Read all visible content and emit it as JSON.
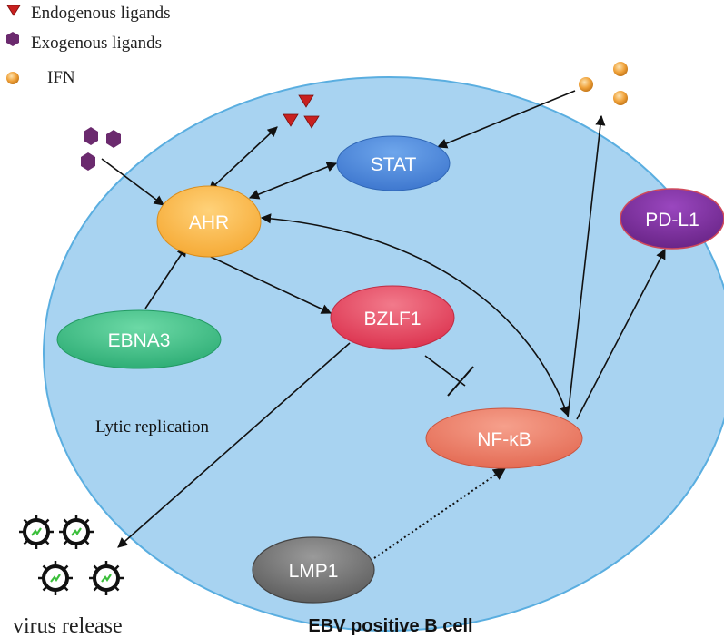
{
  "legend": {
    "endogenous": "Endogenous ligands",
    "exogenous": "Exogenous ligands",
    "ifn": "IFN"
  },
  "nodes": {
    "stat": "STAT",
    "ahr": "AHR",
    "pdl1": "PD-L1",
    "ebna3": "EBNA3",
    "bzlf1": "BZLF1",
    "nfkb": "NF-κB",
    "lmp1": "LMP1"
  },
  "labels": {
    "lytic": "Lytic replication",
    "virus_release": "virus release",
    "cell": "EBV positive B cell"
  },
  "colors": {
    "cell_fill": "#a8d3f1",
    "cell_stroke": "#5aaee0",
    "stat": "#4a86d8",
    "ahr": "#f8b347",
    "pdl1": "#7a2f9a",
    "ebna3": "#3fbf86",
    "bzlf1": "#e8485e",
    "nfkb": "#ee8068",
    "lmp1": "#707070",
    "endogenous_ligand": "#c8201f",
    "exogenous_ligand": "#6b2a6e",
    "ifn": "#f0a23a"
  }
}
